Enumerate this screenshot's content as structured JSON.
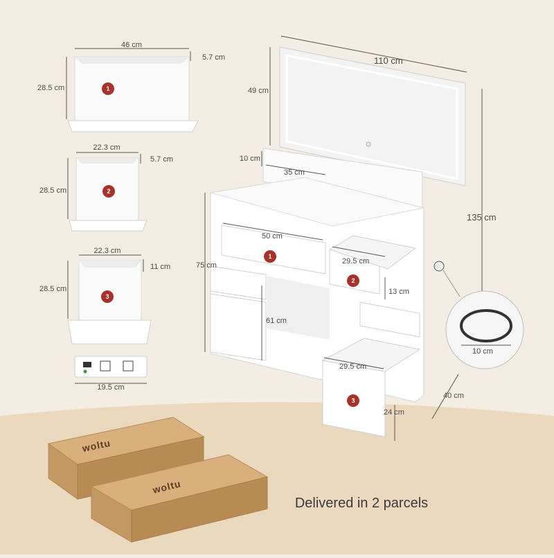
{
  "drawers": [
    {
      "number": "1",
      "width": "46 cm",
      "depth": "5.7 cm",
      "height": "28.5 cm"
    },
    {
      "number": "2",
      "width": "22.3 cm",
      "depth": "5.7 cm",
      "height": "28.5 cm"
    },
    {
      "number": "3",
      "width": "22.3 cm",
      "depth": "11 cm",
      "height": "28.5 cm"
    }
  ],
  "outlet": {
    "width": "19.5 cm"
  },
  "vanity": {
    "mirror_width": "110 cm",
    "mirror_height": "49 cm",
    "shelf_height": "10 cm",
    "shelf_width": "35 cm",
    "total_height": "135 cm",
    "desk_height": "75 cm",
    "drawer1_width": "50 cm",
    "drawer2_width": "29.5 cm",
    "drawer2_height": "13 cm",
    "knee_height": "61 cm",
    "drawer3_width": "29.5 cm",
    "drawer3_height": "24 cm",
    "depth": "40 cm",
    "hole_diameter": "10 cm"
  },
  "brand": {
    "name": "woltu"
  },
  "caption": "Delivered in 2 parcels"
}
